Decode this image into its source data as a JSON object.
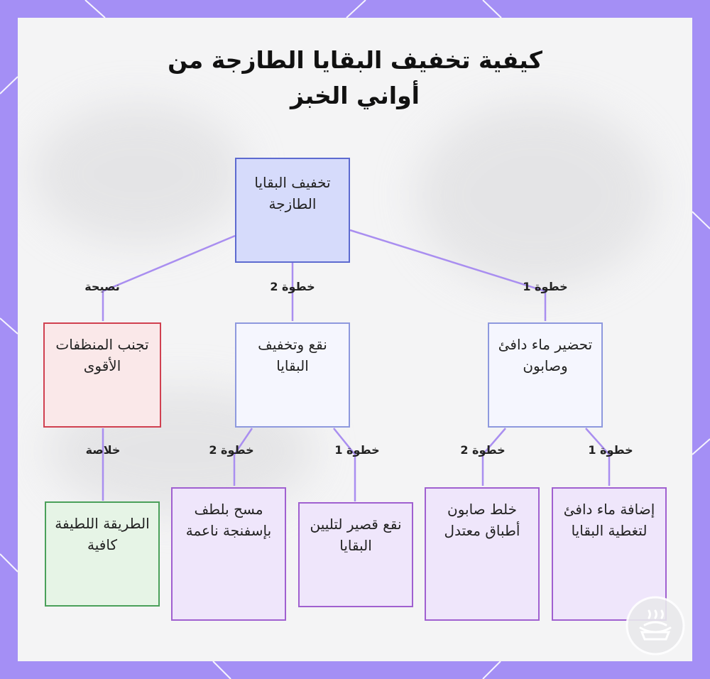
{
  "title": "كيفية تخفيف البقايا الطازجة من أواني الخبز",
  "nodes": {
    "root": "تخفيف البقايا الطازجة",
    "prepare": "تحضير ماء دافئ وصابون",
    "soak": "نقع وتخفيف البقايا",
    "avoid": "تجنب المنظفات الأقوى",
    "add_water": "إضافة ماء دافئ لتغطية البقايا",
    "mix_soap": "خلط صابون أطباق معتدل",
    "short_soak": "نقع قصير لتليين البقايا",
    "wipe": "مسح بلطف بإسفنجة ناعمة",
    "gentle": "الطريقة اللطيفة كافية"
  },
  "edges": {
    "root_prepare": "خطوة 1",
    "root_soak": "خطوة 2",
    "root_avoid": "نصيحة",
    "avoid_gentle": "خلاصة",
    "soak_short": "خطوة 1",
    "soak_wipe": "خطوة 2",
    "prepare_add": "خطوة 1",
    "prepare_mix": "خطوة 2"
  },
  "colors": {
    "frame": "#a48ff5",
    "connector": "#a98ef0",
    "root_fill": "#d6dbfb",
    "root_border": "#5d6ad0",
    "tip_border": "#d04050",
    "summary_border": "#4aa05a",
    "leaf_border": "#a060d0"
  },
  "icons": {
    "logo": "baking-dish-logo-icon"
  }
}
